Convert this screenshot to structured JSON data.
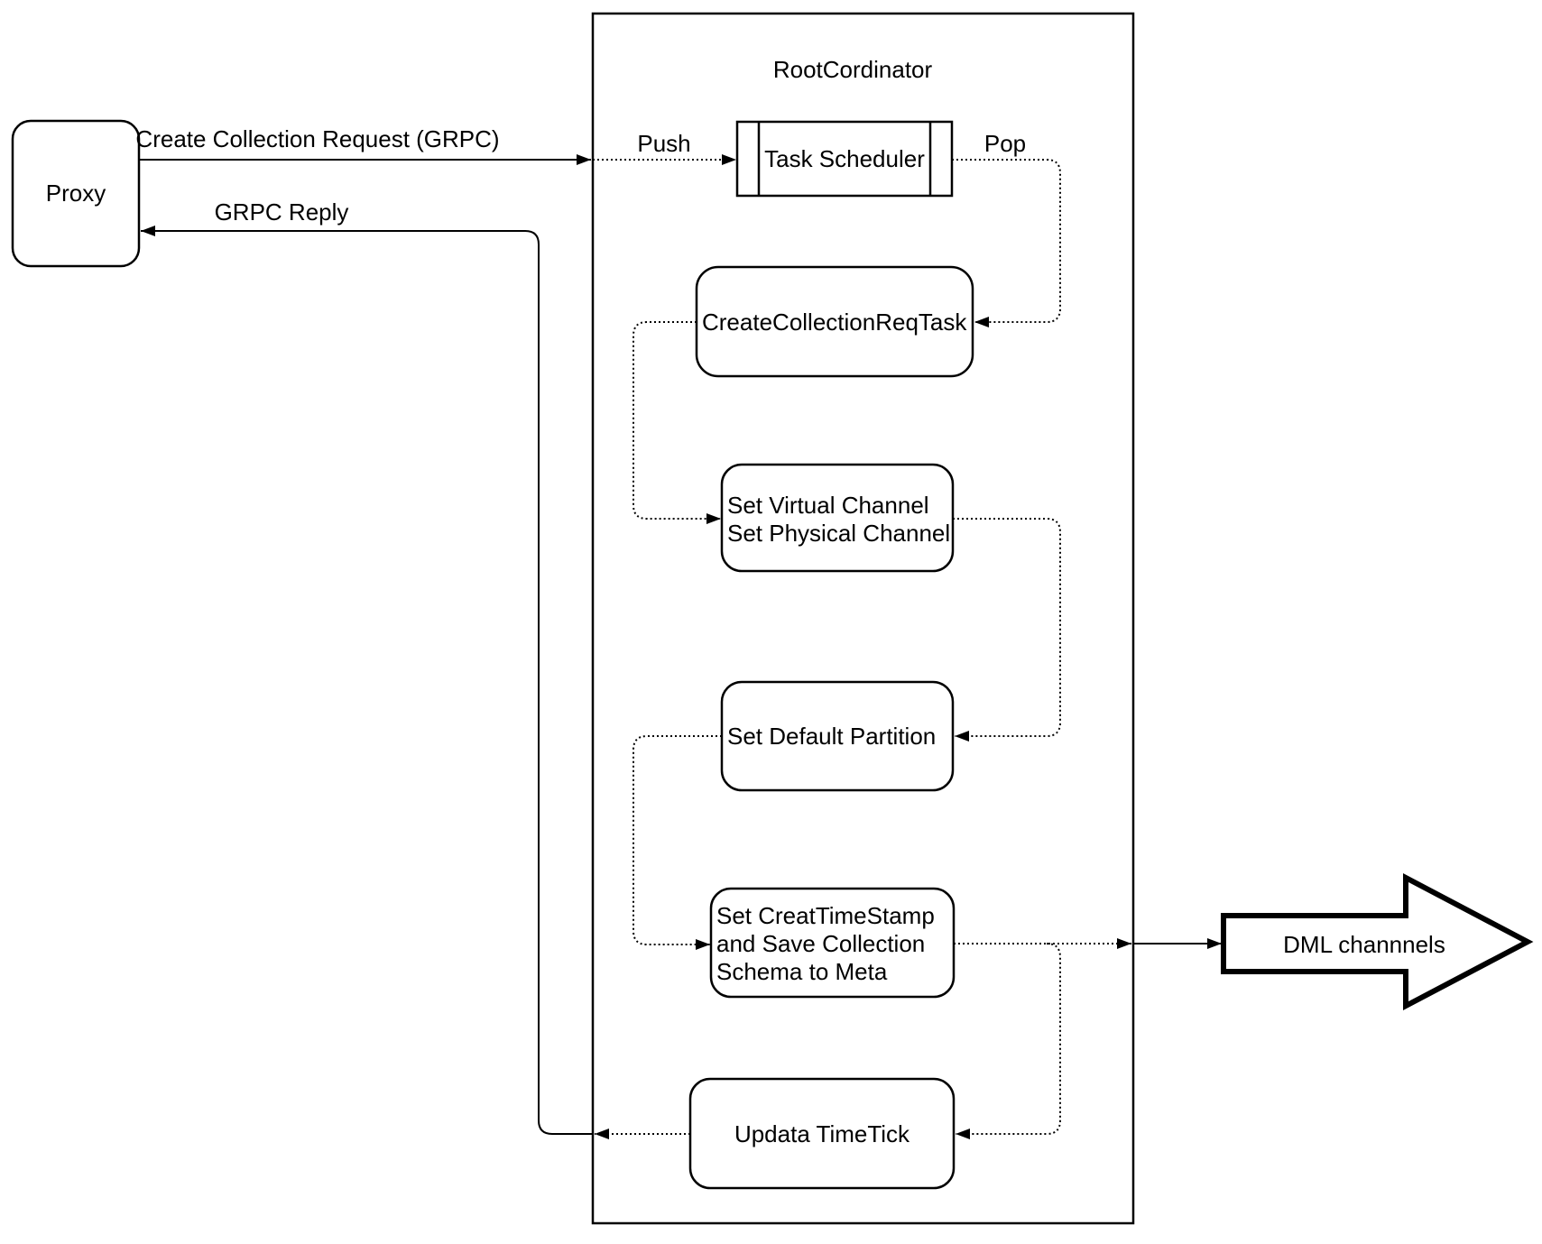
{
  "diagram": {
    "colors": {
      "stroke": "#000000",
      "background": "#ffffff"
    },
    "proxy": {
      "label": "Proxy"
    },
    "container": {
      "title": "RootCordinator"
    },
    "nodes": {
      "task_scheduler": {
        "label": "Task Scheduler"
      },
      "create_collection_req_task": {
        "label": "CreateCollectionReqTask"
      },
      "set_virtual_channel": {
        "lines": [
          "Set Virtual Channel",
          "Set Physical Channel"
        ]
      },
      "set_default_partition": {
        "label": "Set Default Partition"
      },
      "set_creat_timestamp": {
        "lines": [
          "Set CreatTimeStamp",
          "and Save Collection",
          "Schema to Meta"
        ]
      },
      "updata_timetick": {
        "label": "Updata TimeTick"
      }
    },
    "edges": {
      "create_collection_request": {
        "label": "Create Collection Request (GRPC)"
      },
      "grpc_reply": {
        "label": "GRPC Reply"
      },
      "push": {
        "label": "Push"
      },
      "pop": {
        "label": "Pop"
      }
    },
    "dml": {
      "label": "DML channnels"
    }
  }
}
